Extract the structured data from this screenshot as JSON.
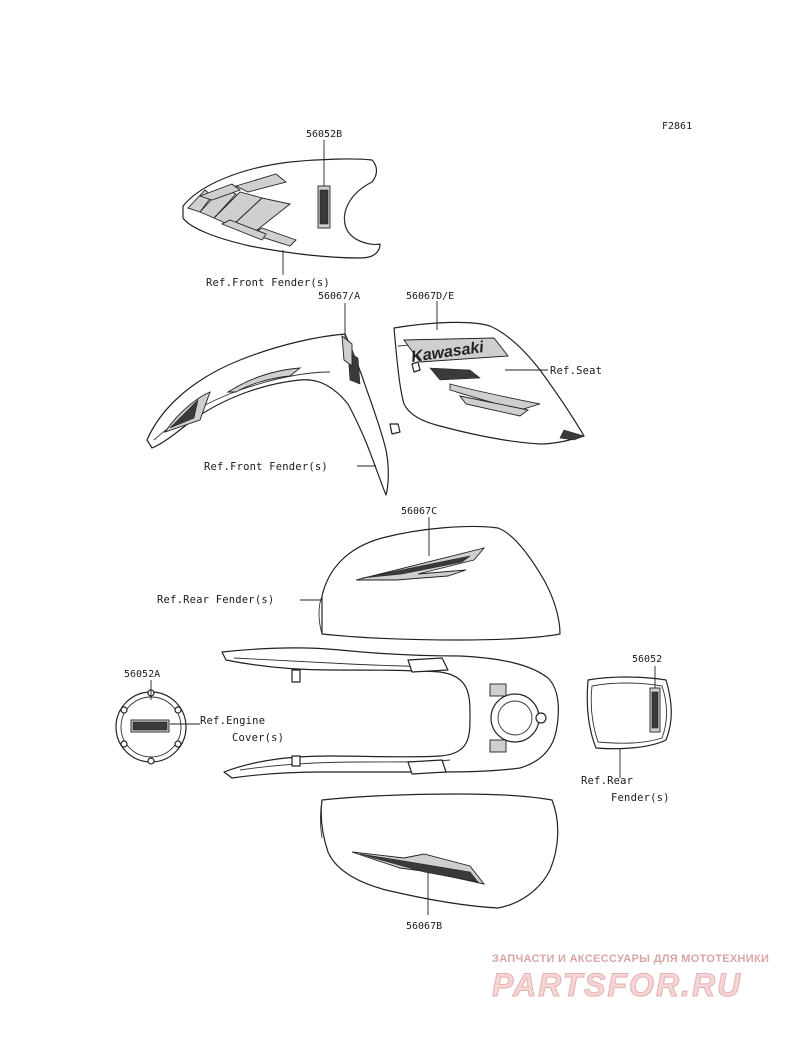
{
  "figure_code": "F2861",
  "parts": {
    "p56052B": "56052B",
    "p56067A": "56067/A",
    "p56067DE": "56067D/E",
    "p56067C": "56067C",
    "p56052A": "56052A",
    "p56052": "56052",
    "p56067B": "56067B"
  },
  "refs": {
    "front_fender_1": "Ref.Front Fender(s)",
    "front_fender_2": "Ref.Front Fender(s)",
    "seat": "Ref.Seat",
    "rear_fender_1": "Ref.Rear Fender(s)",
    "engine_cover_line1": "Ref.Engine",
    "engine_cover_line2": "Cover(s)",
    "rear_fender_2_line1": "Ref.Rear",
    "rear_fender_2_line2": "Fender(s)"
  },
  "brand_logo": "Kawasaki",
  "watermark": {
    "tagline": "ЗАПЧАСТИ И АКСЕССУАРЫ ДЛЯ МОТОТЕХНИКИ",
    "site": "PARTSFOR.RU"
  }
}
